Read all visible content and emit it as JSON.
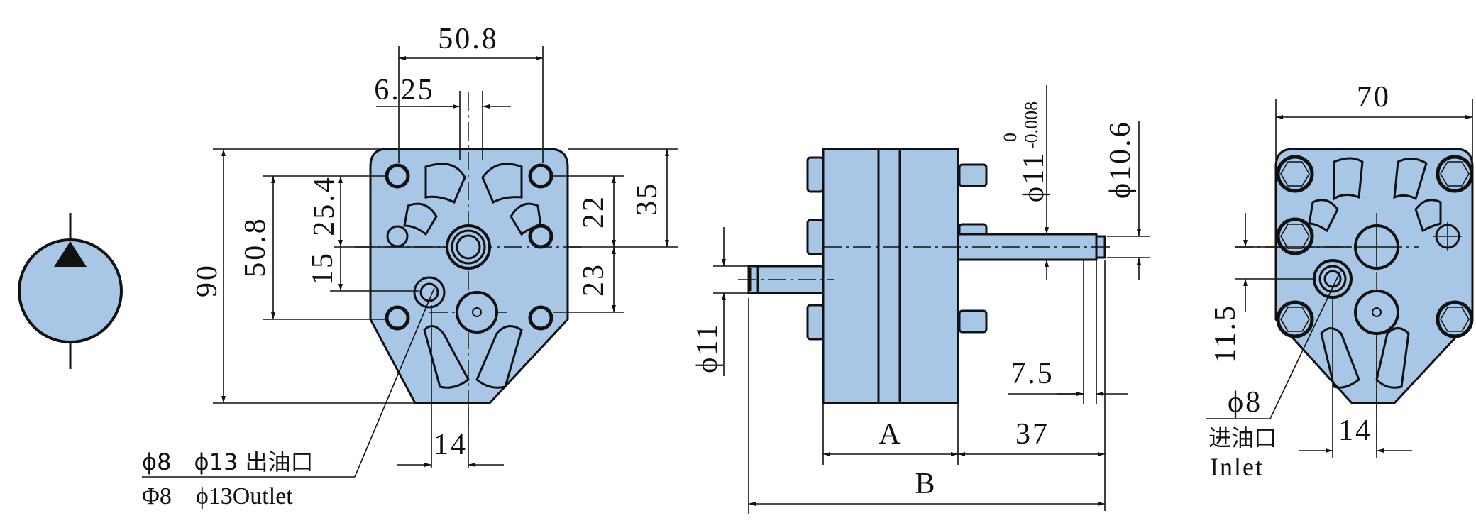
{
  "colors": {
    "body_fill": "#a8c7e6",
    "line": "#111111",
    "background": "#ffffff"
  },
  "front_view": {
    "dim_top": "50.8",
    "dim_offset": "6.25",
    "dim_height_total": "90",
    "dim_holes_vertical": "50.8",
    "dim_center_to_hole": "25.4",
    "dim_port_offset": "15",
    "dim_right_upper": "22",
    "dim_right_total": "35",
    "dim_right_lower": "23",
    "dim_bottom": "14",
    "outlet_label_cn": "ϕ8　ϕ13 出油口",
    "outlet_label_en": "Φ8　ϕ13Outlet"
  },
  "side_view": {
    "dim_shaft_dia": "ϕ11",
    "dim_shaft_tol_base": "ϕ11",
    "dim_shaft_tol_upper": "0",
    "dim_shaft_tol_lower": "-0.008",
    "dim_shaft_tip": "ϕ10.6",
    "dim_small_step": "7.5",
    "dim_A": "A",
    "dim_37": "37",
    "dim_B": "B"
  },
  "rear_view": {
    "dim_width": "70",
    "dim_port_height": "11.5",
    "dim_port_dia": "ϕ8",
    "dim_bottom": "14",
    "inlet_label_cn": "进油口",
    "inlet_label_en": "Inlet"
  }
}
